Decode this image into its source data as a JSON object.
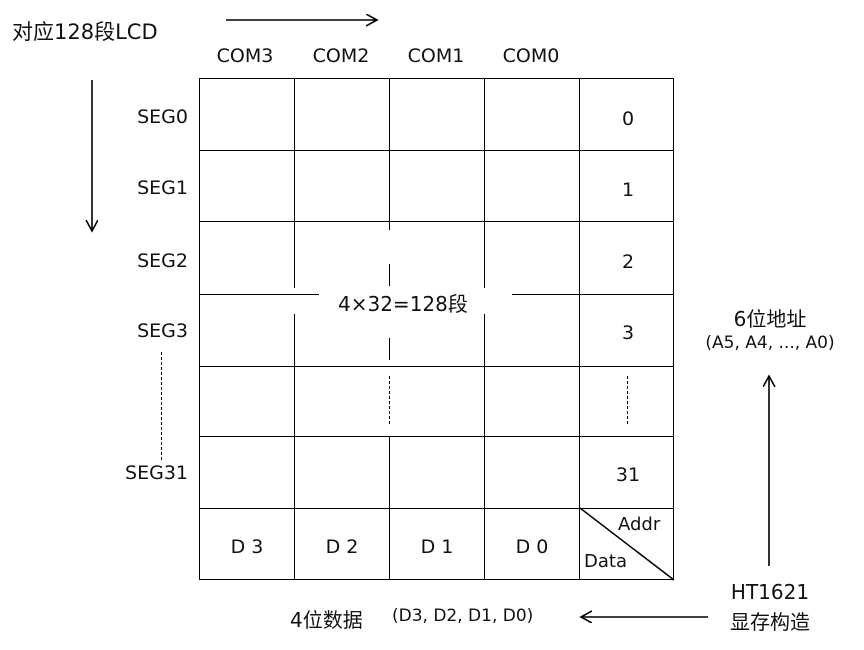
{
  "title": "对应128段LCD",
  "columns": [
    "COM3",
    "COM2",
    "COM1",
    "COM0"
  ],
  "segments": [
    "SEG0",
    "SEG1",
    "SEG2",
    "SEG3",
    "SEG31"
  ],
  "addresses": [
    "0",
    "1",
    "2",
    "3",
    "31"
  ],
  "center_text": "4×32=128段",
  "data_bits": [
    "D 3",
    "D 2",
    "D 1",
    "D 0"
  ],
  "corner": {
    "top": "Addr",
    "bottom": "Data"
  },
  "address_label": {
    "title": "6位地址",
    "detail": "(A5, A4, ..., A0)"
  },
  "data_label": {
    "title": "4位数据",
    "detail": "(D3, D2, D1, D0)"
  },
  "chip_label": {
    "line1": "HT1621",
    "line2": "显存构造"
  }
}
